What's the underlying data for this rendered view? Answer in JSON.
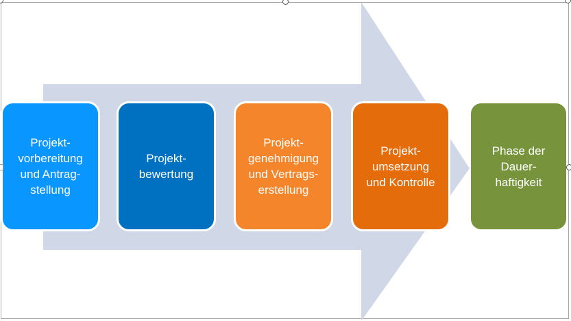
{
  "colors": {
    "arrow": "#d0d8e8",
    "steps": [
      "#0a96ff",
      "#0070c0",
      "#f4852a",
      "#e46c0a",
      "#77933c"
    ]
  },
  "steps": [
    {
      "label": "Projekt-\nvorbereitung\nund Antrag-\nstellung"
    },
    {
      "label": "Projekt-\nbewertung"
    },
    {
      "label": "Projekt-\ngenehmigung\nund Vertrags-\nerstellung"
    },
    {
      "label": "Projekt-\numsetzung\nund Kontrolle"
    },
    {
      "label": "Phase der\nDauer-\nhaftigkeit"
    }
  ]
}
